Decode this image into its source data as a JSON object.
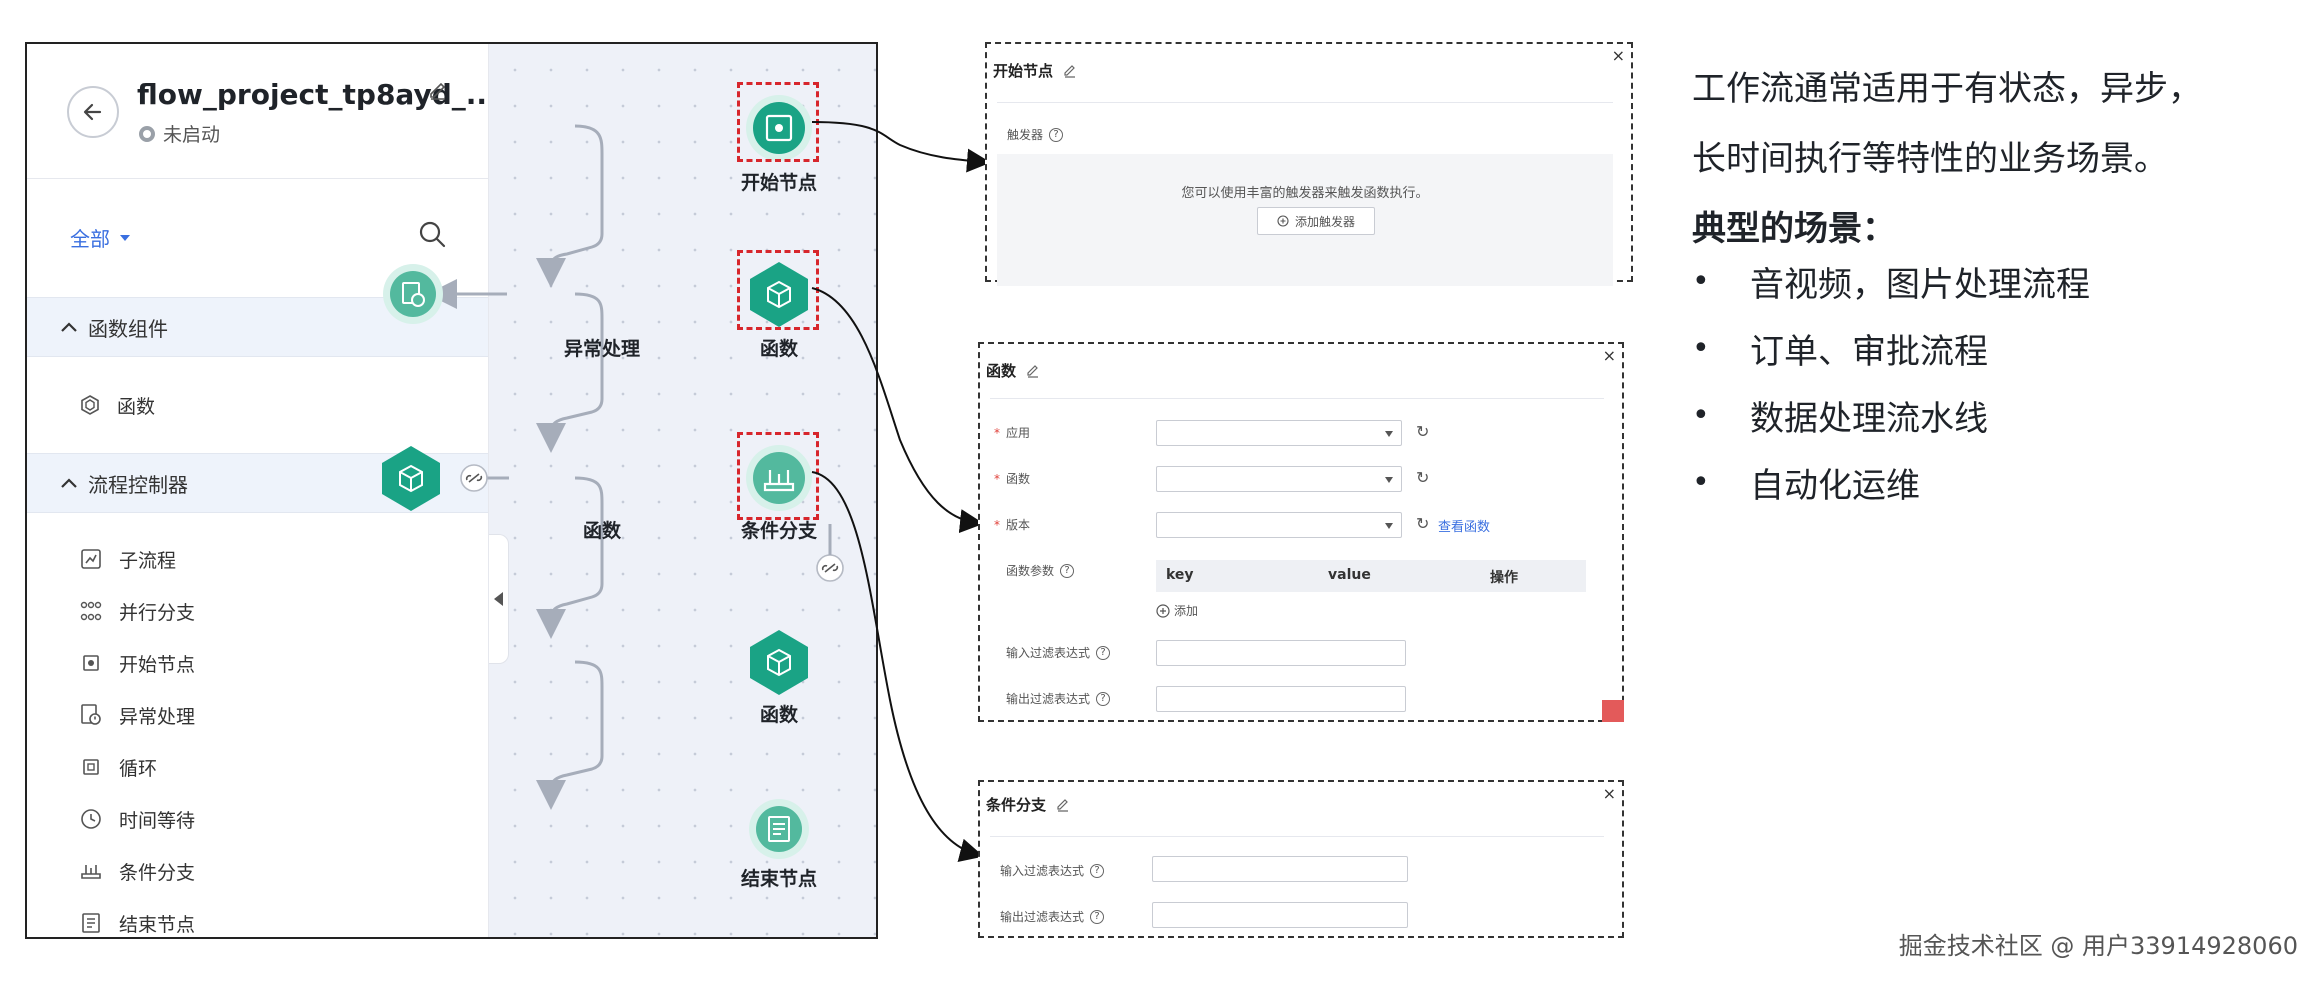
{
  "app": {
    "project_name": "flow_project_tp8ayd_...",
    "project_status": "未启动",
    "filter_label": "全部",
    "groups": [
      {
        "title": "函数组件",
        "items": [
          {
            "label": "函数",
            "icon": "function-icon"
          }
        ]
      },
      {
        "title": "流程控制器",
        "items": [
          {
            "label": "子流程",
            "icon": "subflow-icon"
          },
          {
            "label": "并行分支",
            "icon": "parallel-branch-icon"
          },
          {
            "label": "开始节点",
            "icon": "start-node-icon"
          },
          {
            "label": "异常处理",
            "icon": "exception-icon"
          },
          {
            "label": "循环",
            "icon": "loop-icon"
          },
          {
            "label": "时间等待",
            "icon": "clock-icon"
          },
          {
            "label": "条件分支",
            "icon": "condition-icon"
          },
          {
            "label": "结束节点",
            "icon": "end-node-icon"
          }
        ]
      }
    ]
  },
  "flow_nodes": {
    "start": "开始节点",
    "function_main": "函数",
    "exception": "异常处理",
    "function_side": "函数",
    "condition": "条件分支",
    "function_bottom": "函数",
    "end": "结束节点"
  },
  "panels": {
    "start_panel": {
      "title": "开始节点",
      "trigger_label": "触发器",
      "hint": "您可以使用丰富的触发器来触发函数执行。",
      "add_button": "添加触发器"
    },
    "function_panel": {
      "title": "函数",
      "fields": {
        "app": "应用",
        "function": "函数",
        "version": "版本"
      },
      "view_function_link": "查看函数",
      "params_label": "函数参数",
      "columns": [
        "key",
        "value",
        "操作"
      ],
      "add_label": "添加",
      "input_filter": "输入过滤表达式",
      "output_filter": "输出过滤表达式"
    },
    "condition_panel": {
      "title": "条件分支",
      "input_filter": "输入过滤表达式",
      "output_filter": "输出过滤表达式"
    }
  },
  "description": {
    "line1": "工作流通常适用于有状态，异步，",
    "line2": "长时间执行等特性的业务场景。",
    "heading": "典型的场景：",
    "bullets": [
      "音视频，图片处理流程",
      "订单、审批流程",
      "数据处理流水线",
      "自动化运维"
    ]
  },
  "watermark": "掘金技术社区 @ 用户33914928060",
  "colors": {
    "node_green": "#1aa385",
    "highlight_red": "#d7262c",
    "link_blue": "#3a6fe0"
  }
}
